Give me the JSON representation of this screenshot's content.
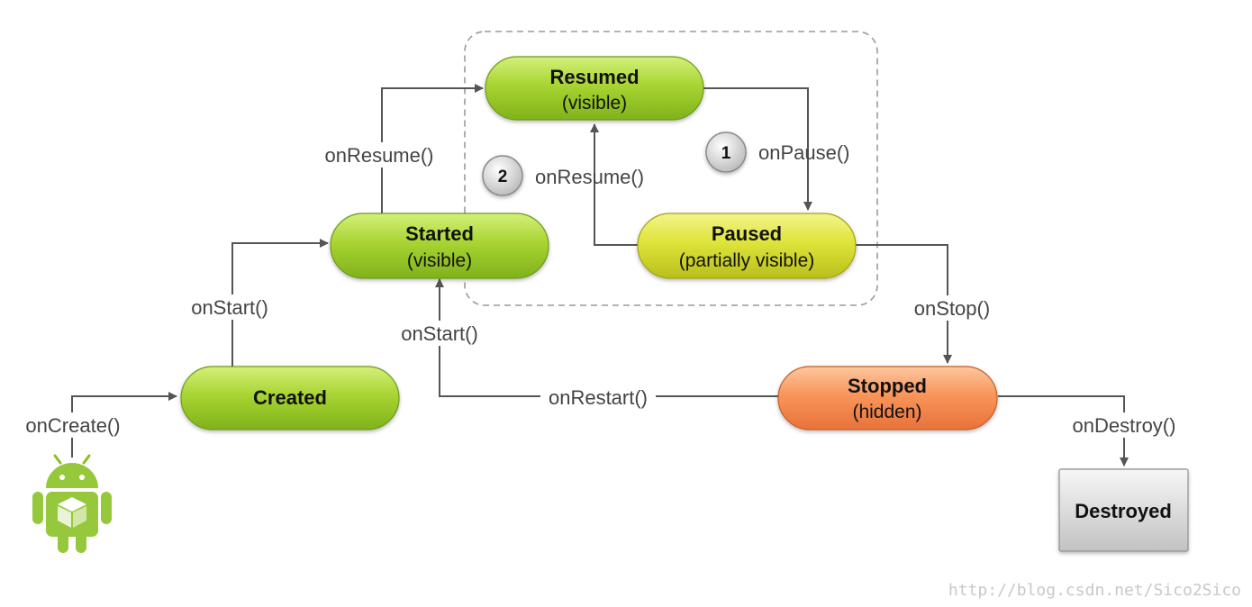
{
  "states": {
    "resumed": {
      "title": "Resumed",
      "subtitle": "(visible)"
    },
    "started": {
      "title": "Started",
      "subtitle": "(visible)"
    },
    "paused": {
      "title": "Paused",
      "subtitle": "(partially visible)"
    },
    "created": {
      "title": "Created"
    },
    "stopped": {
      "title": "Stopped",
      "subtitle": "(hidden)"
    },
    "destroyed": {
      "title": "Destroyed"
    }
  },
  "transitions": {
    "on_create": "onCreate()",
    "on_start": "onStart()",
    "on_resume": "onResume()",
    "on_pause": "onPause()",
    "on_resume_paused": "onResume()",
    "on_stop": "onStop()",
    "on_restart": "onRestart()",
    "on_start_restart": "onStart()",
    "on_destroy": "onDestroy()"
  },
  "badges": {
    "pause": "1",
    "resume": "2"
  },
  "watermark": "http://blog.csdn.net/Sico2Sico",
  "colors": {
    "green_state": "#a5d22e",
    "yellow_state": "#dde337",
    "orange_state": "#f58d4f",
    "gray_state": "#d4d4d4",
    "arrow": "#555555",
    "dashed_box": "#9a9a9a"
  },
  "icons": {
    "launcher": "android-icon"
  }
}
